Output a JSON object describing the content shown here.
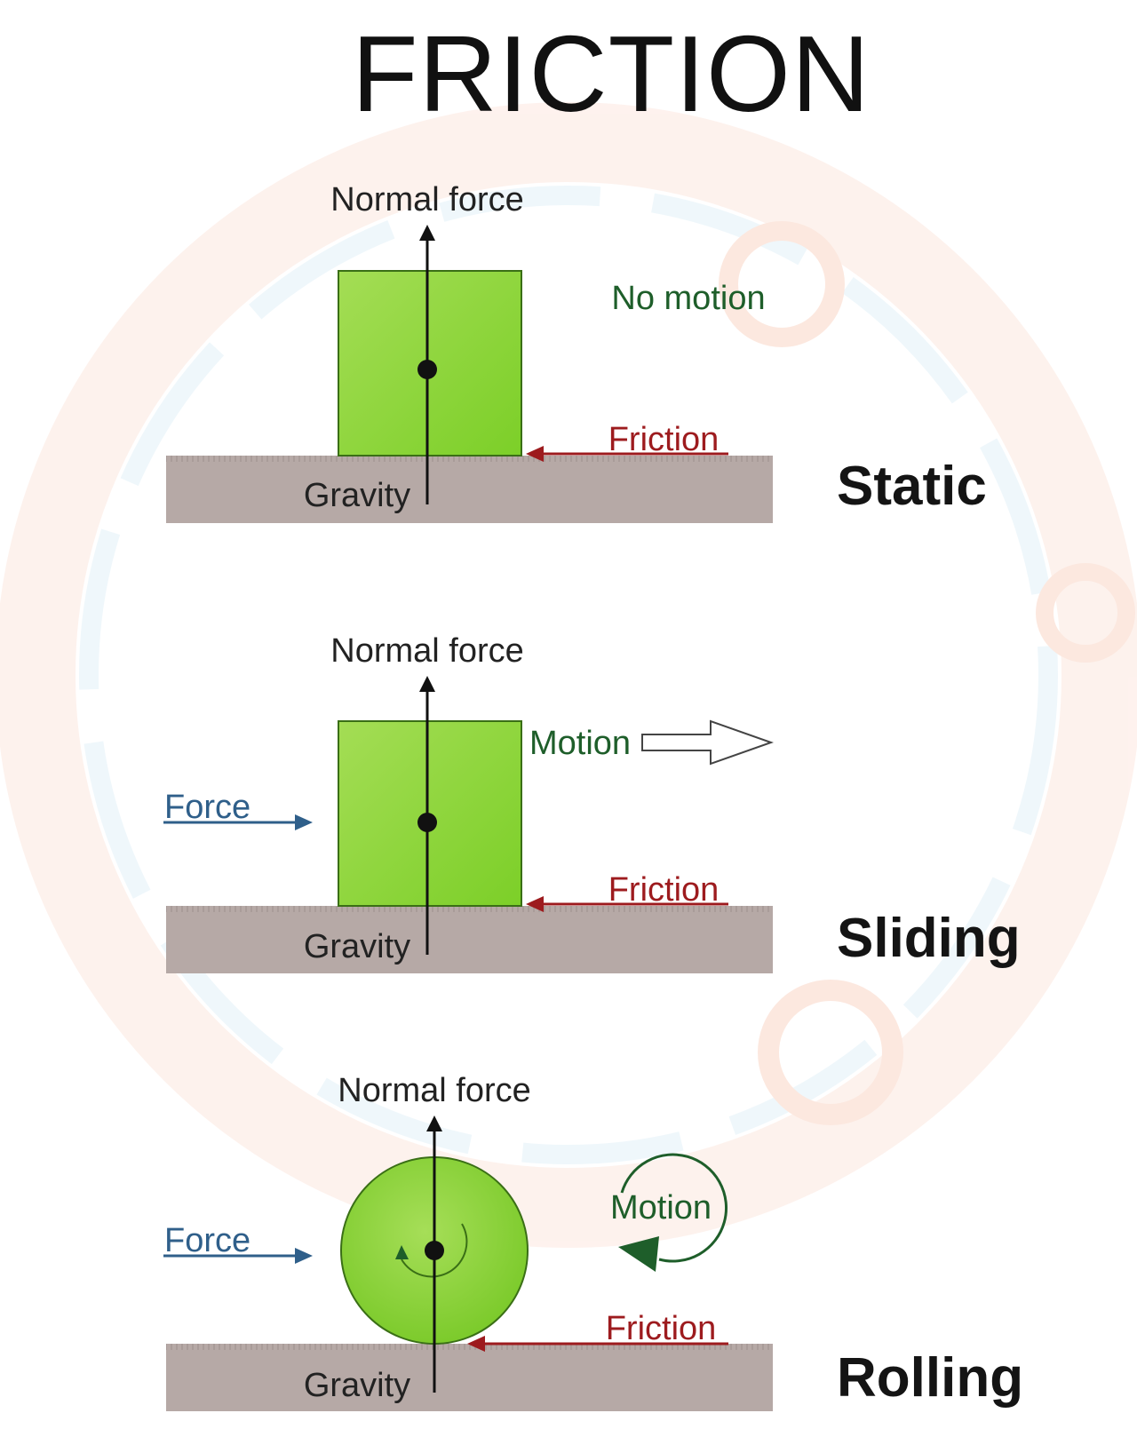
{
  "title": "FRICTION",
  "panels": [
    {
      "type_label": "Static",
      "normal_force_label": "Normal force",
      "gravity_label": "Gravity",
      "friction_label": "Friction",
      "motion_label": "No motion"
    },
    {
      "type_label": "Sliding",
      "normal_force_label": "Normal force",
      "gravity_label": "Gravity",
      "friction_label": "Friction",
      "motion_label": "Motion",
      "force_label": "Force"
    },
    {
      "type_label": "Rolling",
      "normal_force_label": "Normal force",
      "gravity_label": "Gravity",
      "friction_label": "Friction",
      "motion_label": "Motion",
      "force_label": "Force"
    }
  ],
  "colors": {
    "object_green": "#8fd63c",
    "ground": "#b6a9a6",
    "friction_red": "#9d1b1e",
    "force_blue": "#2f5f8a",
    "motion_green": "#1e5e2a"
  }
}
